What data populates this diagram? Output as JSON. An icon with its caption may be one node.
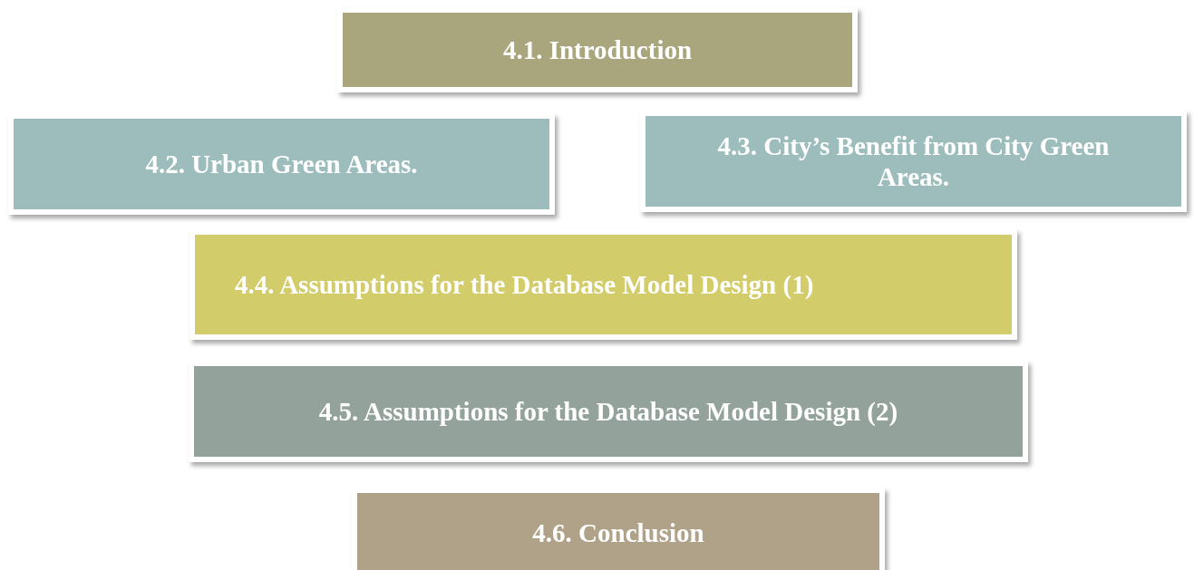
{
  "diagram": {
    "nodes": [
      {
        "text": [
          "4.1. Introduction"
        ]
      },
      {
        "text": [
          "4.2. Urban Green Areas."
        ]
      },
      {
        "text": [
          "4.3. City’s Benefit from City Green Areas."
        ]
      },
      {
        "text": [
          "4.4. Assumptions for the Database Model Design (1)"
        ]
      },
      {
        "text": [
          "4.5. Assumptions for the Database Model Design (2)"
        ]
      },
      {
        "text": [
          "4.6. Conclusion"
        ]
      }
    ]
  }
}
